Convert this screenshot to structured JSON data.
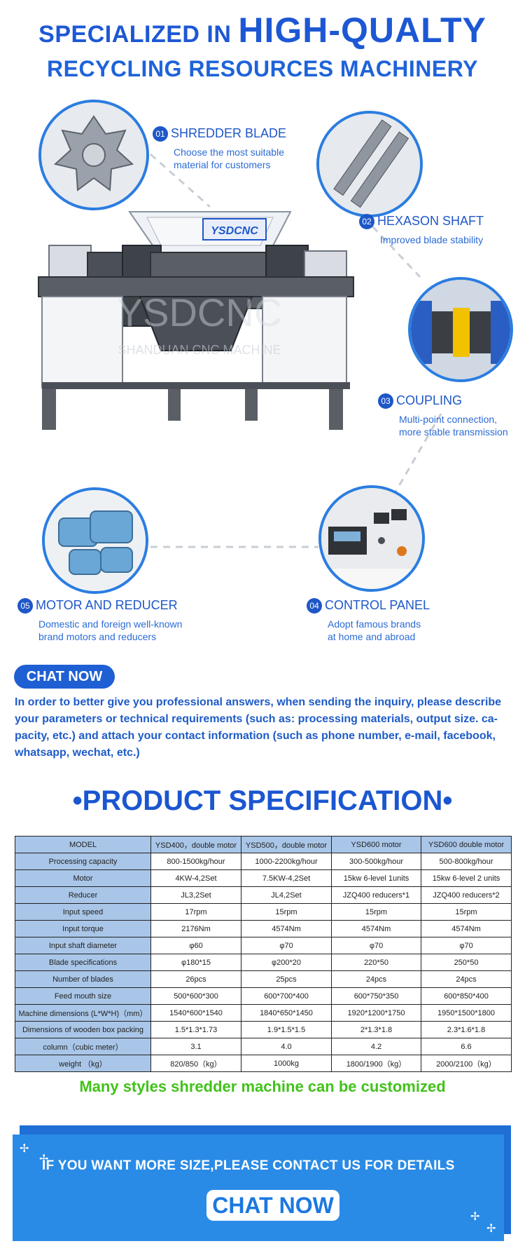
{
  "header": {
    "line1_prefix": "SPECIALIZED IN",
    "line1_emphasis": "HIGH-QUALTY",
    "line2": "RECYCLING RESOURCES MACHINERY"
  },
  "machine": {
    "brand_plate": "YSDCNC",
    "watermark_line1": "YSDCNC",
    "watermark_line2": "SHANDUAN CNC MACHINE"
  },
  "features": [
    {
      "num": "01",
      "title": "SHREDDER BLADE",
      "desc1": "Choose the most suitable",
      "desc2": "material for customers"
    },
    {
      "num": "02",
      "title": "HEXASON SHAFT",
      "desc1": "Improved blade stability",
      "desc2": ""
    },
    {
      "num": "03",
      "title": "COUPLING",
      "desc1": "Multi-point connection,",
      "desc2": "more stable transmission"
    },
    {
      "num": "04",
      "title": "CONTROL PANEL",
      "desc1": "Adopt famous brands",
      "desc2": "at home and abroad"
    },
    {
      "num": "05",
      "title": "MOTOR AND REDUCER",
      "desc1": "Domestic and foreign well-known",
      "desc2": "brand motors and reducers"
    }
  ],
  "chat_now_label": "CHAT NOW",
  "inquiry_paragraph": "In order to better give you professional answers, when sending the inquiry, please describe your parameters or technical requirements (such as: processing materials, output size. ca-pacity, etc.) and attach your contact information (such as phone number, e-mail, facebook, whatsapp, wechat, etc.)",
  "spec_title": "•PRODUCT SPECIFICATION•",
  "table": {
    "header": [
      "MODEL",
      "YSD400，double motor",
      "YSD500，double motor",
      "YSD600  motor",
      "YSD600 double motor"
    ],
    "rows": [
      [
        "Processing capacity",
        "800-1500kg/hour",
        "1000-2200kg/hour",
        "300-500kg/hour",
        "500-800kg/hour"
      ],
      [
        "Motor",
        "4KW-4,2Set",
        "7.5KW-4,2Set",
        "15kw 6-level 1units",
        "15kw 6-level 2 units"
      ],
      [
        "Reducer",
        "JL3,2Set",
        "JL4,2Set",
        "JZQ400 reducers*1",
        "JZQ400 reducers*2"
      ],
      [
        "Input speed",
        "17rpm",
        "15rpm",
        "15rpm",
        "15rpm"
      ],
      [
        "Input torque",
        "2176Nm",
        "4574Nm",
        "4574Nm",
        "4574Nm"
      ],
      [
        "Input shaft diameter",
        "φ60",
        "φ70",
        "φ70",
        "φ70"
      ],
      [
        "Blade specifications",
        "φ180*15",
        "φ200*20",
        "220*50",
        "250*50"
      ],
      [
        "Number of blades",
        "26pcs",
        "25pcs",
        "24pcs",
        "24pcs"
      ],
      [
        "Feed mouth size",
        "500*600*300",
        "600*700*400",
        "600*750*350",
        "600*850*400"
      ],
      [
        "Machine dimensions (L*W*H)（mm）",
        "1540*600*1540",
        "1840*650*1450",
        "1920*1200*1750",
        "1950*1500*1800"
      ],
      [
        "Dimensions of wooden box packing",
        "1.5*1.3*1.73",
        "1.9*1.5*1.5",
        "2*1.3*1.8",
        "2.3*1.6*1.8"
      ],
      [
        "column（cubic meter）",
        "3.1",
        "4.0",
        "4.2",
        "6.6"
      ],
      [
        "weight （kg）",
        "820/850（kg）",
        "1000kg",
        "1800/1900（kg）",
        "2000/2100（kg）"
      ]
    ]
  },
  "custom_note": "Many styles shredder machine can be customized",
  "banner": {
    "text": "IF YOU WANT MORE SIZE,PLEASE CONTACT US FOR DETAILS",
    "button": "CHAT NOW"
  },
  "colors": {
    "brand_blue": "#1e57c8",
    "circle_border": "#2b7de1",
    "table_header_bg": "#a9c6e8",
    "green_note": "#41c21a",
    "banner_bg": "#2a8be6"
  },
  "icons": [
    "sparkle-icon"
  ]
}
